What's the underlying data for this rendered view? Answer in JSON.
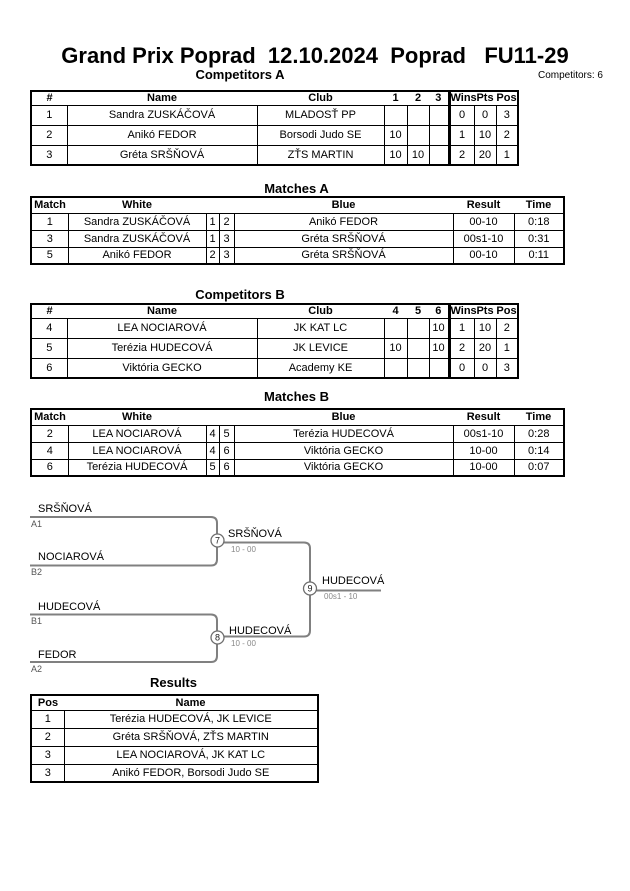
{
  "page": {
    "title": "Grand Prix Poprad  12.10.2024  Poprad   FU11-29",
    "competitors_note": "Competitors: 6"
  },
  "competitors_a": {
    "heading": "Competitors A",
    "headers": {
      "num": "#",
      "name": "Name",
      "club": "Club",
      "c1": "1",
      "c2": "2",
      "c3": "3",
      "wins": "Wins",
      "pts": "Pts",
      "pos": "Pos"
    },
    "rows": [
      {
        "num": "1",
        "name": "Sandra ZUSKÁČOVÁ",
        "club": "MLADOSŤ PP",
        "c1": "",
        "c2": "",
        "c3": "",
        "wins": "0",
        "pts": "0",
        "pos": "3"
      },
      {
        "num": "2",
        "name": "Anikó FEDOR",
        "club": "Borsodi Judo SE",
        "c1": "10",
        "c2": "",
        "c3": "",
        "wins": "1",
        "pts": "10",
        "pos": "2"
      },
      {
        "num": "3",
        "name": "Gréta SRŠŇOVÁ",
        "club": "ZŤS MARTIN",
        "c1": "10",
        "c2": "10",
        "c3": "",
        "wins": "2",
        "pts": "20",
        "pos": "1"
      }
    ]
  },
  "matches_a": {
    "heading": "Matches A",
    "headers": {
      "match": "Match",
      "white": "White",
      "blue": "Blue",
      "result": "Result",
      "time": "Time"
    },
    "rows": [
      {
        "match": "1",
        "white": "Sandra ZUSKÁČOVÁ",
        "wnum": "1",
        "bnum": "2",
        "blue": "Anikó FEDOR",
        "result": "00-10",
        "time": "0:18"
      },
      {
        "match": "3",
        "white": "Sandra ZUSKÁČOVÁ",
        "wnum": "1",
        "bnum": "3",
        "blue": "Gréta SRŠŇOVÁ",
        "result": "00s1-10",
        "time": "0:31"
      },
      {
        "match": "5",
        "white": "Anikó FEDOR",
        "wnum": "2",
        "bnum": "3",
        "blue": "Gréta SRŠŇOVÁ",
        "result": "00-10",
        "time": "0:11"
      }
    ]
  },
  "competitors_b": {
    "heading": "Competitors B",
    "headers": {
      "num": "#",
      "name": "Name",
      "club": "Club",
      "c1": "4",
      "c2": "5",
      "c3": "6",
      "wins": "Wins",
      "pts": "Pts",
      "pos": "Pos"
    },
    "rows": [
      {
        "num": "4",
        "name": "LEA NOCIAROVÁ",
        "club": "JK KAT LC",
        "c1": "",
        "c2": "",
        "c3": "10",
        "wins": "1",
        "pts": "10",
        "pos": "2"
      },
      {
        "num": "5",
        "name": "Terézia HUDECOVÁ",
        "club": "JK LEVICE",
        "c1": "10",
        "c2": "",
        "c3": "10",
        "wins": "2",
        "pts": "20",
        "pos": "1"
      },
      {
        "num": "6",
        "name": "Viktória GECKO",
        "club": "Academy KE",
        "c1": "",
        "c2": "",
        "c3": "",
        "wins": "0",
        "pts": "0",
        "pos": "3"
      }
    ]
  },
  "matches_b": {
    "heading": "Matches B",
    "headers": {
      "match": "Match",
      "white": "White",
      "blue": "Blue",
      "result": "Result",
      "time": "Time"
    },
    "rows": [
      {
        "match": "2",
        "white": "LEA NOCIAROVÁ",
        "wnum": "4",
        "bnum": "5",
        "blue": "Terézia HUDECOVÁ",
        "result": "00s1-10",
        "time": "0:28"
      },
      {
        "match": "4",
        "white": "LEA NOCIAROVÁ",
        "wnum": "4",
        "bnum": "6",
        "blue": "Viktória GECKO",
        "result": "10-00",
        "time": "0:14"
      },
      {
        "match": "6",
        "white": "Terézia HUDECOVÁ",
        "wnum": "5",
        "bnum": "6",
        "blue": "Viktória GECKO",
        "result": "10-00",
        "time": "0:07"
      }
    ]
  },
  "bracket": {
    "semi1": {
      "top_name": "SRŠŇOVÁ",
      "top_seed": "A1",
      "bottom_name": "NOCIAROVÁ",
      "bottom_seed": "B2",
      "match_no": "7",
      "winner": "SRŠŇOVÁ",
      "score": "10 - 00"
    },
    "semi2": {
      "top_name": "HUDECOVÁ",
      "top_seed": "B1",
      "bottom_name": "FEDOR",
      "bottom_seed": "A2",
      "match_no": "8",
      "winner": "HUDECOVÁ",
      "score": "10 - 00"
    },
    "final": {
      "match_no": "9",
      "winner": "HUDECOVÁ",
      "score": "00s1 - 10"
    }
  },
  "results": {
    "heading": "Results",
    "headers": {
      "pos": "Pos",
      "name": "Name"
    },
    "rows": [
      {
        "pos": "1",
        "name": "Terézia HUDECOVÁ, JK LEVICE"
      },
      {
        "pos": "2",
        "name": "Gréta SRŠŇOVÁ, ZŤS MARTIN"
      },
      {
        "pos": "3",
        "name": "LEA NOCIAROVÁ, JK KAT LC"
      },
      {
        "pos": "3",
        "name": "Anikó FEDOR, Borsodi Judo SE"
      }
    ]
  },
  "colors": {
    "table_border": "#000000",
    "bracket_line": "#808080",
    "muted_text": "#808080"
  }
}
